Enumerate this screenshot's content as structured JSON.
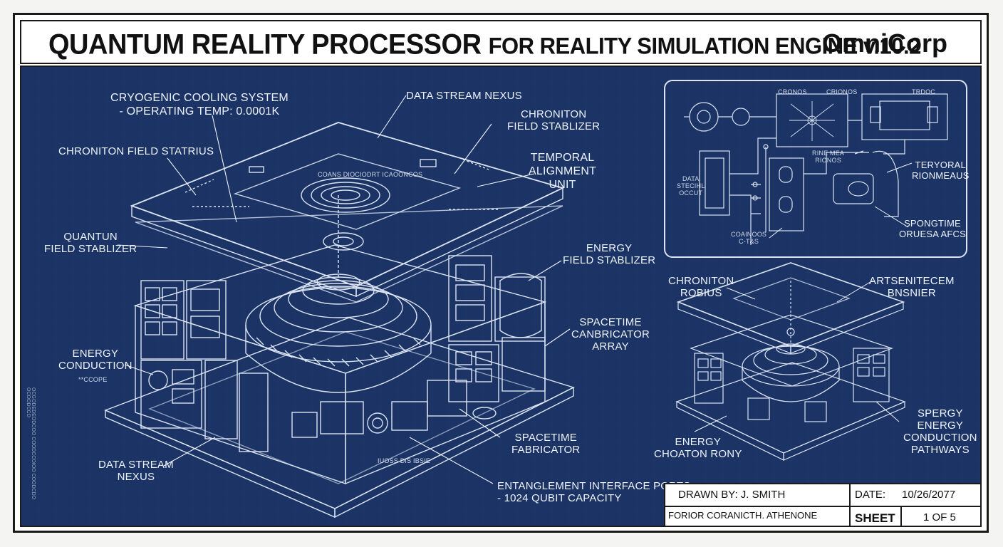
{
  "header": {
    "title_main": "QUANTUM REALITY PROCESSOR",
    "title_sub": "FOR REALITY SIMULATION ENGINE v.10.2",
    "company": "OmniCorp"
  },
  "colors": {
    "blueprint_bg": "#1b3465",
    "line": "#dbe3f3",
    "paper": "#ffffff",
    "ink": "#111111"
  },
  "main_view": {
    "labels": {
      "cryogenic": "CRYOGENIC COOLING SYSTEM\n- OPERATING TEMP: 0.0001K",
      "data_stream_top": "DATA STREAM NEXUS",
      "chroniton_stabilizer": "CHRONITON\nFIELD STABLIZER",
      "chroniton_status": "CHRONITON FIELD STATRIUS",
      "temporal_alignment": "TEMPORAL\nALIGNMENT\nUNIT",
      "quantum_field": "QUANTUN\nFIELD STABLIZER",
      "energy_field": "ENERGY\nFIELD STABLIZER",
      "energy_conduction": "ENERGY\nCONDUCTION",
      "energy_conduction_sub": "**CCOPE",
      "spacetime_array": "SPACETIME\nCANBRICATOR\nARRAY",
      "data_stream_bottom": "DATA STREAM\nNEXUS",
      "spacetime_fabricator": "SPACETIME\nFABRICATOR",
      "entanglement": "ENTANGLEMENT INTERFACE PORTS\n- 1024 QUBIT CAPACITY",
      "plate_caption": "COANS DIOCIODRT ICAOONCOS",
      "base_caption": "IUOSS DIS IBSIE"
    }
  },
  "detail_schematic": {
    "labels": {
      "data_storage": "DATA\nSTECIHL\nOCCUT",
      "rine_mea": "RINE MEA\nRIONOS",
      "temporal_rigs": "TERYORAL\nRIONMEAUS",
      "spontime": "SPONGTIME\nORUESA AFCS",
      "small_a": "CRONOS",
      "small_b": "CRIONOS",
      "small_c": "TRDOC",
      "small_d": "COAINOOS\nC-T&S"
    }
  },
  "secondary_view": {
    "labels": {
      "chroniton_robius": "CHRONITON\nROBIUS",
      "artsenitecem": "ARTSENITECEM\nBNSNIER",
      "energy_choaton": "ENERGY\nCHOATON RONY",
      "energy_pathways": "SPERGY\nENERGY\nCONDUCTION\nPATHWAYS"
    }
  },
  "title_block": {
    "drawn_by": "DRAWN BY: J. SMITH",
    "date_label": "DATE:",
    "date_value": "10/26/2077",
    "project": "FORIOR CORANICTH. ATHENONE",
    "sheet_label": "SHEET",
    "sheet_value": "1 OF 5"
  },
  "edge_notes": {
    "left": "OCGODEDEODCOO COODCCOIOO COODCDO OCOODCCO"
  }
}
